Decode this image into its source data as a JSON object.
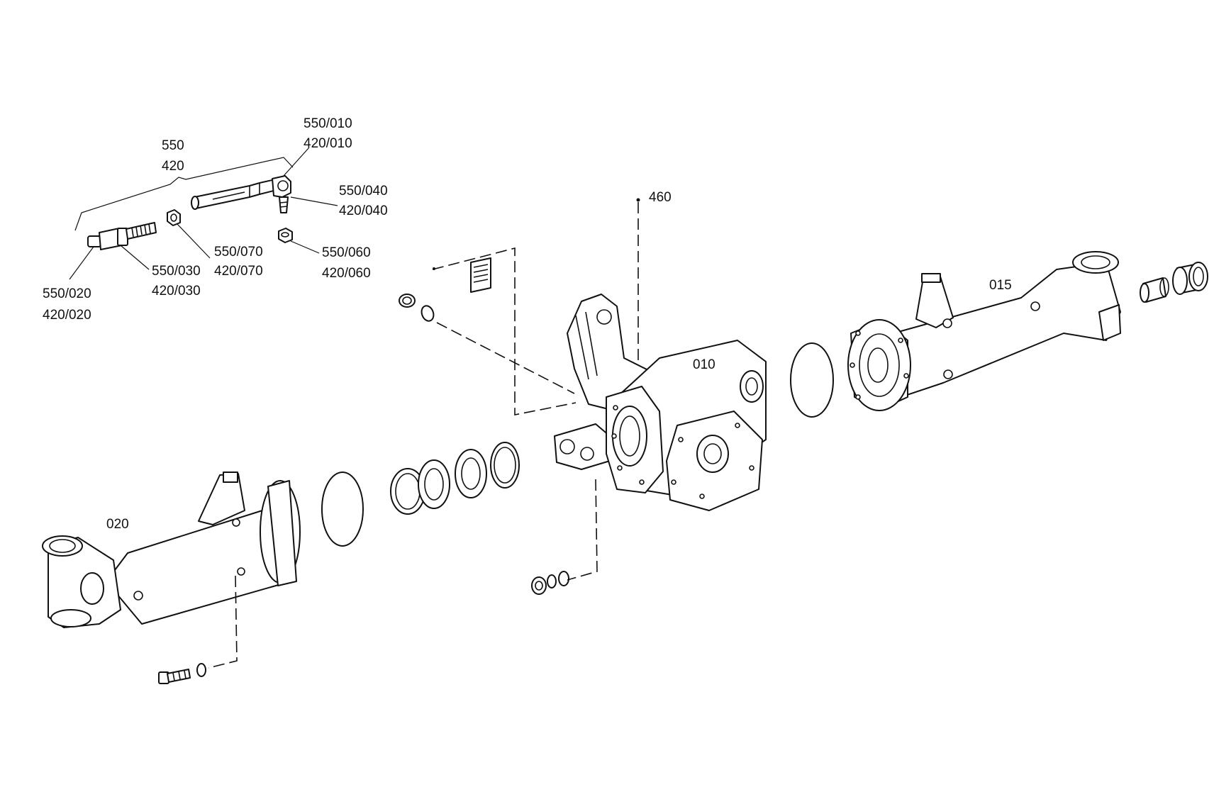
{
  "callouts": {
    "tierod_group_a": "550",
    "tierod_group_b": "420",
    "balljoint_top_a": "550/010",
    "balljoint_top_b": "420/010",
    "pin_right_a": "550/040",
    "pin_right_b": "420/040",
    "nut_mid_a": "550/070",
    "nut_mid_b": "420/070",
    "nut_small_a": "550/060",
    "nut_small_b": "420/060",
    "rod_end_a": "550/030",
    "rod_end_b": "420/030",
    "rod_left_a": "550/020",
    "rod_left_b": "420/020",
    "vent": "460",
    "center_housing": "010",
    "right_beam": "015",
    "left_beam": "020"
  }
}
